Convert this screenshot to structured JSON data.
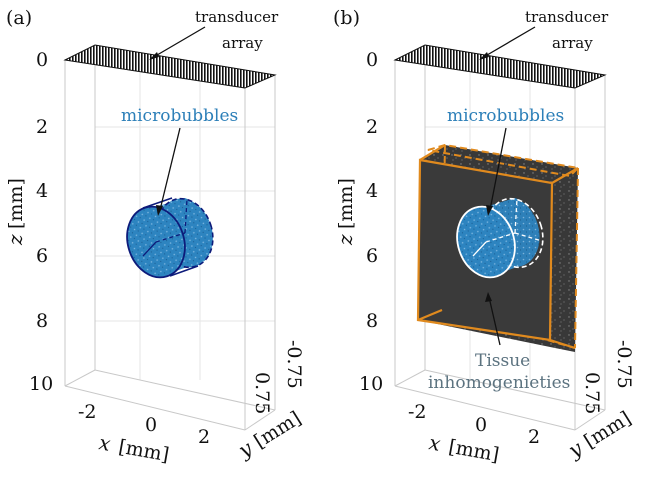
{
  "colors": {
    "bubble": "#2c7fb8",
    "bubble_edge": "#0d1b7a",
    "tissue_bg": "#3a3a3a",
    "tissue_frame": "#e08a1e",
    "tissue_label": "#5c7380",
    "axis_text": "#111111"
  },
  "panels": [
    {
      "panel_label": "(a)",
      "transducer_label_1": "transducer",
      "transducer_label_2": "array",
      "microbubbles_label": "microbubbles",
      "z_ticks": [
        "0",
        "2",
        "4",
        "6",
        "8",
        "10"
      ],
      "x_ticks": [
        "-2",
        "0",
        "2"
      ],
      "y_ticks": [
        "-0.75",
        "0.75"
      ],
      "z_axis_label": "z",
      "x_axis_label": "x",
      "y_axis_label": "y",
      "unit_label": "[mm]"
    },
    {
      "panel_label": "(b)",
      "transducer_label_1": "transducer",
      "transducer_label_2": "array",
      "microbubbles_label": "microbubbles",
      "tissue_label_1": "Tissue",
      "tissue_label_2": "inhomogenieties",
      "z_ticks": [
        "0",
        "2",
        "4",
        "6",
        "8",
        "10"
      ],
      "x_ticks": [
        "-2",
        "0",
        "2"
      ],
      "y_ticks": [
        "-0.75",
        "0.75"
      ],
      "z_axis_label": "z",
      "x_axis_label": "x",
      "y_axis_label": "y",
      "unit_label": "[mm]"
    }
  ]
}
